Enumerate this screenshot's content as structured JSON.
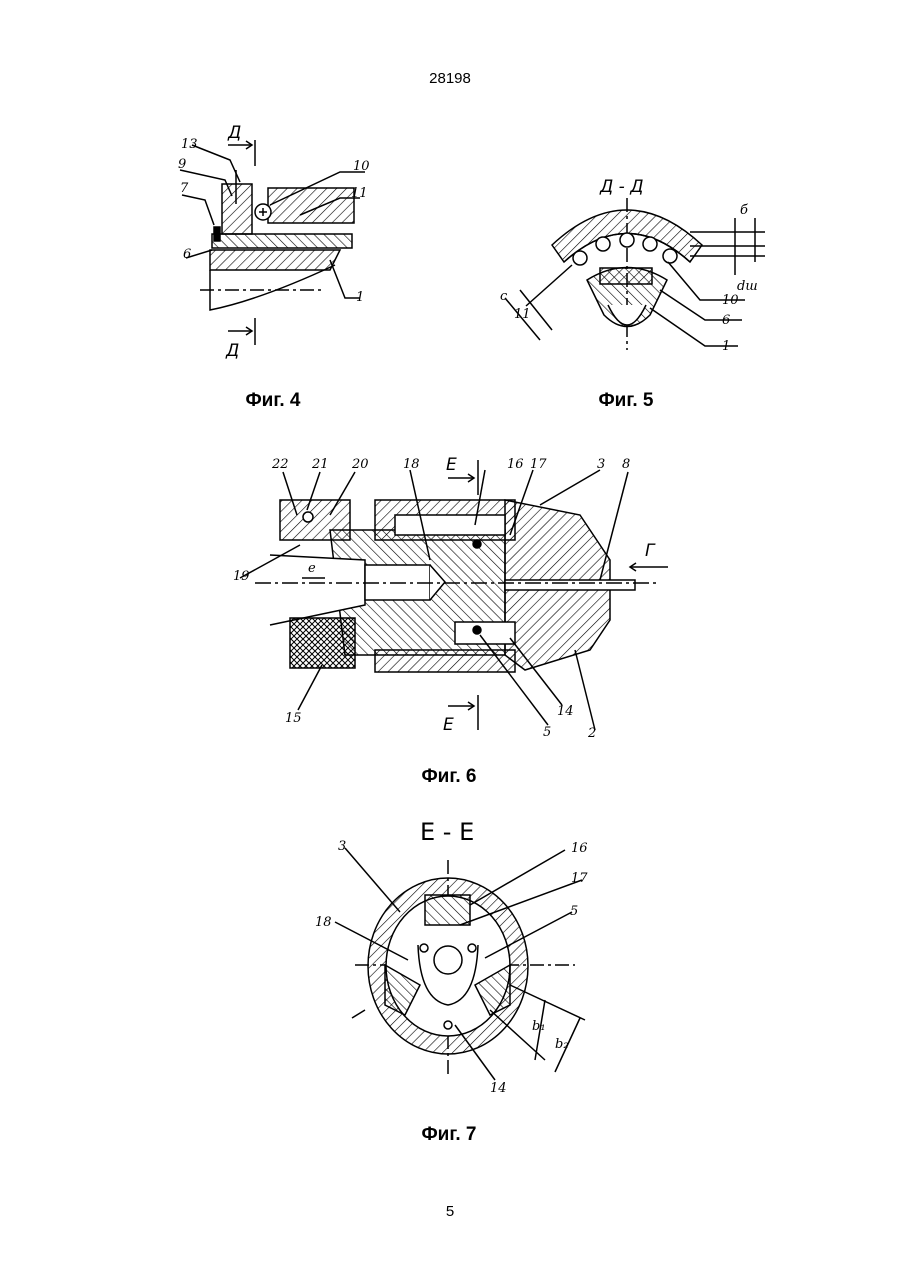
{
  "header": {
    "patent_number": "28198"
  },
  "footer": {
    "page_number": "5"
  },
  "figures": {
    "fig4": {
      "caption": "Фиг. 4",
      "section_mark_top": "Д",
      "section_mark_bottom": "Д",
      "labels": [
        "13",
        "9",
        "7",
        "6",
        "10",
        "11",
        "1"
      ]
    },
    "fig5": {
      "caption": "Фиг. 5",
      "section_title": "Д - Д",
      "labels": [
        "б",
        "dш",
        "c",
        "11",
        "10",
        "6",
        "1"
      ]
    },
    "fig6": {
      "caption": "Фиг. 6",
      "section_mark_top": "Е",
      "section_mark_bottom": "Е",
      "view_mark": "Г",
      "dim_label": "e",
      "labels": [
        "22",
        "21",
        "20",
        "18",
        "16",
        "17",
        "3",
        "8",
        "19",
        "15",
        "5",
        "14",
        "2"
      ]
    },
    "fig7": {
      "caption": "Фиг. 7",
      "section_title": "Е - Е",
      "labels": [
        "3",
        "16",
        "17",
        "18",
        "5",
        "14",
        "b₁",
        "b₂"
      ]
    }
  }
}
